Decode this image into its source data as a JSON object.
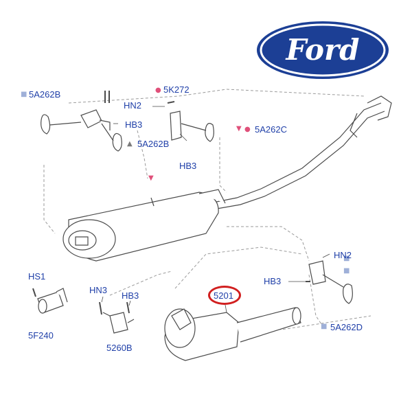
{
  "logo": {
    "text": "Ford",
    "colors": {
      "oval": "#1c3f95",
      "rim": "#ffffff",
      "outline": "#1c3f95"
    }
  },
  "colors": {
    "label": "#1f3fa8",
    "line": "#9a9a9a",
    "part": "#4a4a4a",
    "highlight": "#d11f1f",
    "pink_marker": "#e0507a",
    "blue_marker": "#9fb0d8"
  },
  "labels": {
    "l_5a262b_top": "5A262B",
    "l_5k272": "5K272",
    "l_hn2_top": "HN2",
    "l_hb3_left": "HB3",
    "l_5a262b_mid": "5A262B",
    "l_5a262c": "5A262C",
    "l_hb3_mid": "HB3",
    "l_hn2_right": "HN2",
    "l_hb3_right": "HB3",
    "l_hs1": "HS1",
    "l_hn3": "HN3",
    "l_hb3_bottom": "HB3",
    "l_5201": "5201",
    "l_5f240": "5F240",
    "l_5260b": "5260B",
    "l_5a262d": "5A262D"
  },
  "markers": {
    "circle": "●",
    "triangle_up": "▲",
    "triangle_down": "▼",
    "square": "■"
  }
}
